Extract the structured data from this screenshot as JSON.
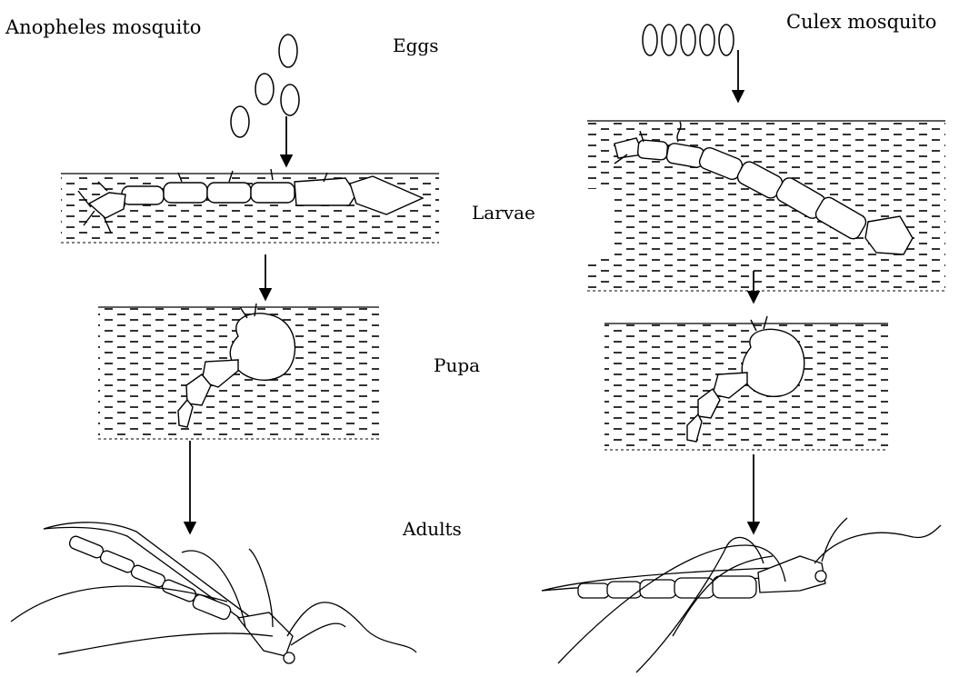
{
  "labels": {
    "anopheles": "Anopheles mosquito",
    "culex": "Culex mosquito",
    "eggs": "Eggs",
    "larvae": "Larvae",
    "pupa": "Pupa",
    "adults": "Adults"
  }
}
